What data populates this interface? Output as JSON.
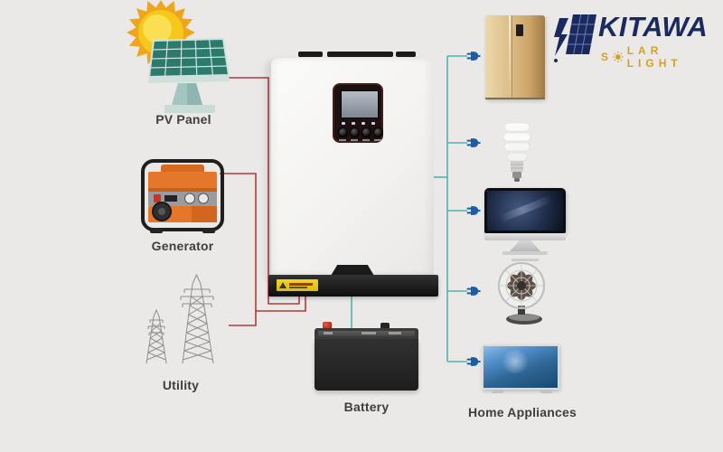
{
  "canvas": {
    "background": "#eae9e8"
  },
  "logo": {
    "brand": "KITAWA",
    "tagline_prefix": "S",
    "tagline_suffix": "LAR LIGHT",
    "brand_color": "#1b2a5e",
    "tagline_color": "#d5a11e"
  },
  "colors": {
    "source_line": "#b03a3a",
    "load_line": "#53b2b0",
    "plug": "#1b5ea6",
    "label_text": "#3e3e3e"
  },
  "nodes": {
    "sources": [
      {
        "id": "pv-panel",
        "label": "PV Panel"
      },
      {
        "id": "generator",
        "label": "Generator"
      },
      {
        "id": "utility",
        "label": "Utility"
      }
    ],
    "inverter": {
      "id": "inverter"
    },
    "battery": {
      "id": "battery",
      "label": "Battery"
    },
    "appliances": {
      "label": "Home Appliances",
      "items": [
        "refrigerator",
        "cfl-bulb",
        "desktop-monitor",
        "desk-fan",
        "television"
      ]
    }
  },
  "connections": [
    {
      "from": "pv-panel",
      "to": "inverter",
      "type": "source"
    },
    {
      "from": "generator",
      "to": "inverter",
      "type": "source"
    },
    {
      "from": "utility",
      "to": "inverter",
      "type": "source"
    },
    {
      "from": "inverter",
      "to": "battery",
      "type": "load"
    },
    {
      "from": "inverter",
      "to": "home-appliances",
      "type": "load"
    }
  ]
}
